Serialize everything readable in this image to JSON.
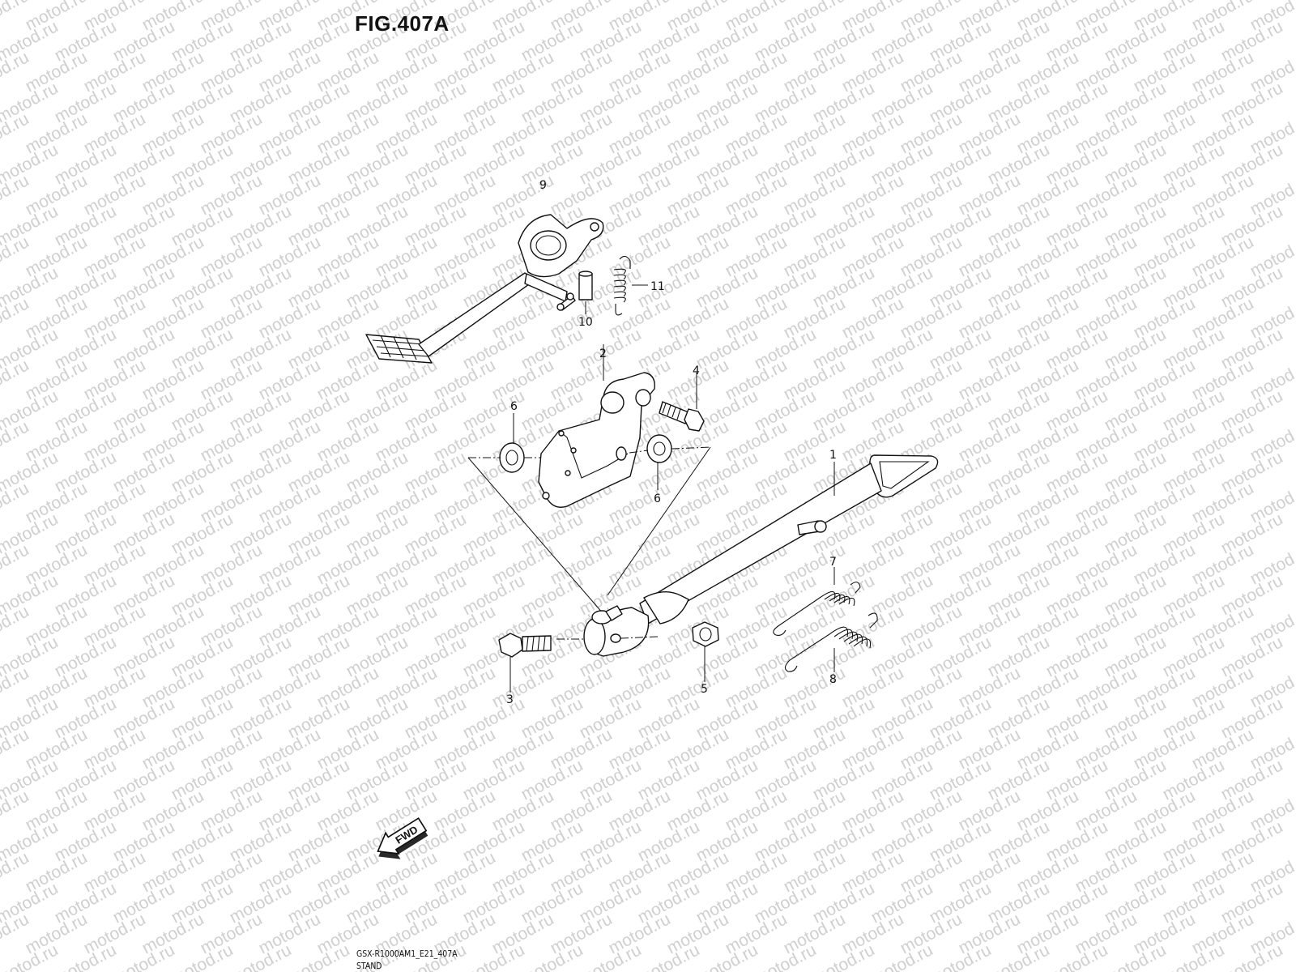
{
  "figure": {
    "title": "FIG.407A",
    "drawing_code": "GSX-R1000AM1_E21_407A",
    "section_name": "STAND"
  },
  "watermark": {
    "text": "motod.ru",
    "color": "#cfcfcf"
  },
  "fwd_arrow": {
    "label": "FWD",
    "icon": "fwd-arrow-icon"
  },
  "callouts": {
    "c1": "1",
    "c2": "2",
    "c3": "3",
    "c4": "4",
    "c5": "5",
    "c6a": "6",
    "c6b": "6",
    "c7": "7",
    "c8": "8",
    "c9": "9",
    "c10": "10",
    "c11": "11"
  }
}
